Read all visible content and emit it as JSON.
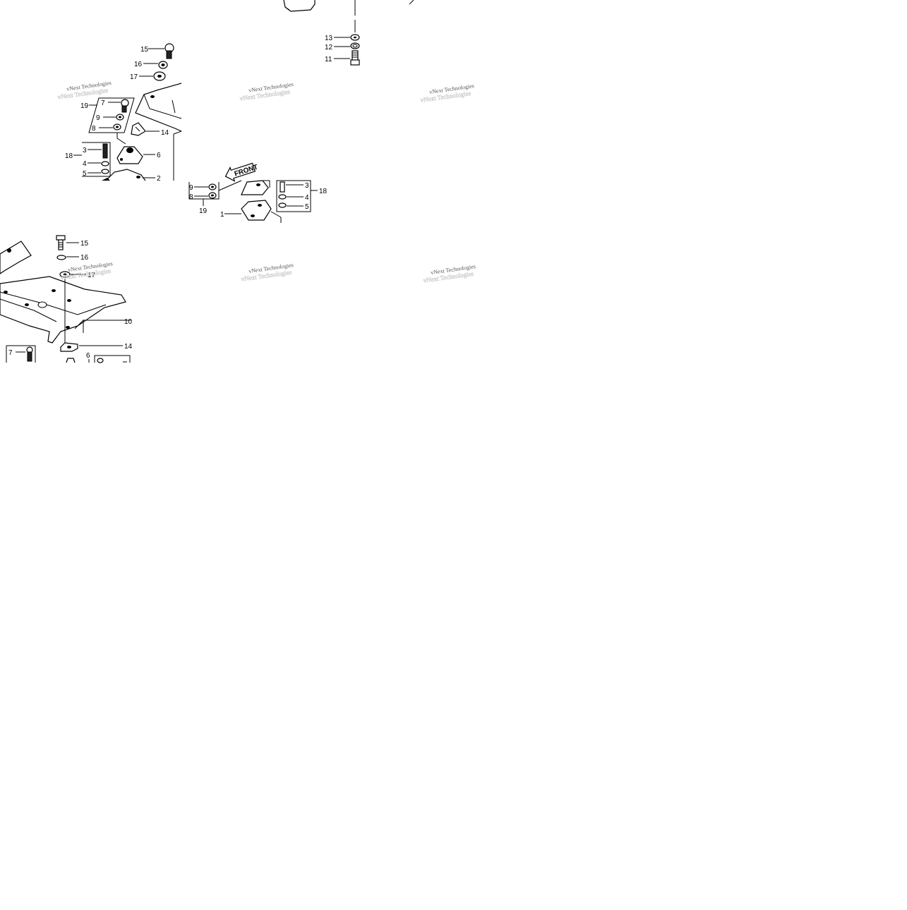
{
  "watermark": {
    "line1": "vNext Technologies",
    "line2": "vNext Technologies"
  },
  "front_label": "FRONT",
  "callouts": {
    "top_right": {
      "c13": "13",
      "c12": "12",
      "c11": "11"
    },
    "upper_left": {
      "c15": "15",
      "c16": "16",
      "c17": "17",
      "c19": "19",
      "c7": "7",
      "c9": "9",
      "c8": "8",
      "c14": "14",
      "c18": "18",
      "c3": "3",
      "c4": "4",
      "c5": "5",
      "c6": "6",
      "c2": "2"
    },
    "middle": {
      "c9": "9",
      "c8": "8",
      "c19": "19",
      "c1": "1",
      "c3": "3",
      "c4": "4",
      "c5": "5",
      "c18": "18"
    },
    "lower_left": {
      "c15": "15",
      "c16": "16",
      "c17": "17",
      "c10": "10",
      "c14": "14",
      "c7": "7",
      "c6": "6"
    }
  },
  "colors": {
    "ink": "#000000",
    "paper": "#ffffff",
    "watermark": "#555555"
  }
}
